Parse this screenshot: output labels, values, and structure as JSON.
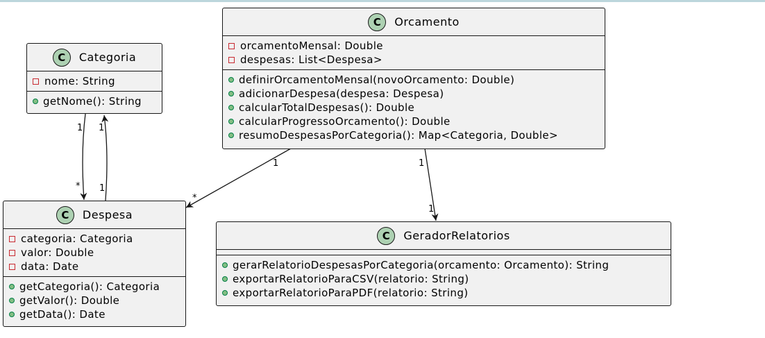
{
  "classes": {
    "orcamento": {
      "name": "Orcamento",
      "icon": "C",
      "fields": [
        "orcamentoMensal: Double",
        "despesas: List<Despesa>"
      ],
      "methods": [
        "definirOrcamentoMensal(novoOrcamento: Double)",
        "adicionarDespesa(despesa: Despesa)",
        "calcularTotalDespesas(): Double",
        "calcularProgressoOrcamento(): Double",
        "resumoDespesasPorCategoria(): Map<Categoria, Double>"
      ]
    },
    "categoria": {
      "name": "Categoria",
      "icon": "C",
      "fields": [
        "nome: String"
      ],
      "methods": [
        "getNome(): String"
      ]
    },
    "despesa": {
      "name": "Despesa",
      "icon": "C",
      "fields": [
        "categoria: Categoria",
        "valor: Double",
        "data: Date"
      ],
      "methods": [
        "getCategoria(): Categoria",
        "getValor(): Double",
        "getData(): Date"
      ]
    },
    "gerador": {
      "name": "GeradorRelatorios",
      "icon": "C",
      "fields": [],
      "methods": [
        "gerarRelatorioDespesasPorCategoria(orcamento: Orcamento): String",
        "exportarRelatorioParaCSV(relatorio: String)",
        "exportarRelatorioParaPDF(relatorio: String)"
      ]
    }
  },
  "relations": {
    "categoria_to_despesa": {
      "source_mult": "1",
      "target_mult": "*"
    },
    "despesa_to_categoria": {
      "source_mult": "1",
      "target_mult": "1"
    },
    "orcamento_to_despesa": {
      "source_mult": "1",
      "target_mult": "*"
    },
    "orcamento_to_gerador": {
      "source_mult": "1",
      "target_mult": "1"
    }
  },
  "colors": {
    "class_fill": "#f1f1f1",
    "class_icon": "#add1b2",
    "private_marker": "#c82930",
    "public_marker": "#84be84",
    "edge": "#181818"
  }
}
